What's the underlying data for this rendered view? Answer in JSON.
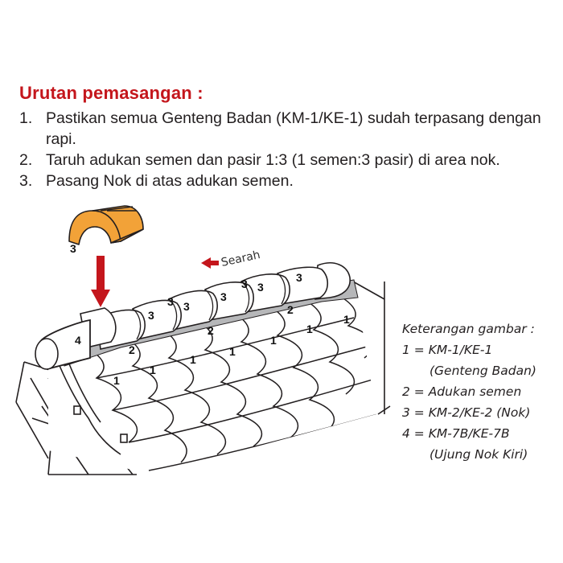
{
  "title": "Urutan pemasangan :",
  "steps": [
    {
      "num": "1.",
      "text": "Pastikan semua Genteng Badan (KM-1/KE-1) sudah terpasang dengan rapi."
    },
    {
      "num": "2.",
      "text": "Taruh adukan semen dan pasir 1:3 (1 semen:3 pasir) di area nok."
    },
    {
      "num": "3.",
      "text": "Pasang Nok di atas adukan semen."
    }
  ],
  "legend": {
    "heading": "Keterangan gambar :",
    "items": [
      {
        "line1": "1 = KM-1/KE-1",
        "line2": "(Genteng Badan)"
      },
      {
        "line1": "2 = Adukan semen",
        "line2": ""
      },
      {
        "line1": "3 = KM-2/KE-2 (Nok)",
        "line2": ""
      },
      {
        "line1": "4 = KM-7B/KE-7B",
        "line2": "(Ujung Nok Kiri)"
      }
    ]
  },
  "diagram": {
    "direction_label": "Searah",
    "nok_callout": "3",
    "nok_labels": [
      "3",
      "3",
      "3",
      "3",
      "3",
      "3",
      "3"
    ],
    "end_cap_label": "4",
    "mortar_labels": [
      "2",
      "2",
      "2"
    ],
    "tile_labels": [
      "1",
      "1",
      "1",
      "1",
      "1",
      "1",
      "1"
    ],
    "colors": {
      "accent": "#c4161c",
      "nok_tile": "#f2a238",
      "mortar": "#b6b7b9",
      "line": "#231f20"
    }
  }
}
